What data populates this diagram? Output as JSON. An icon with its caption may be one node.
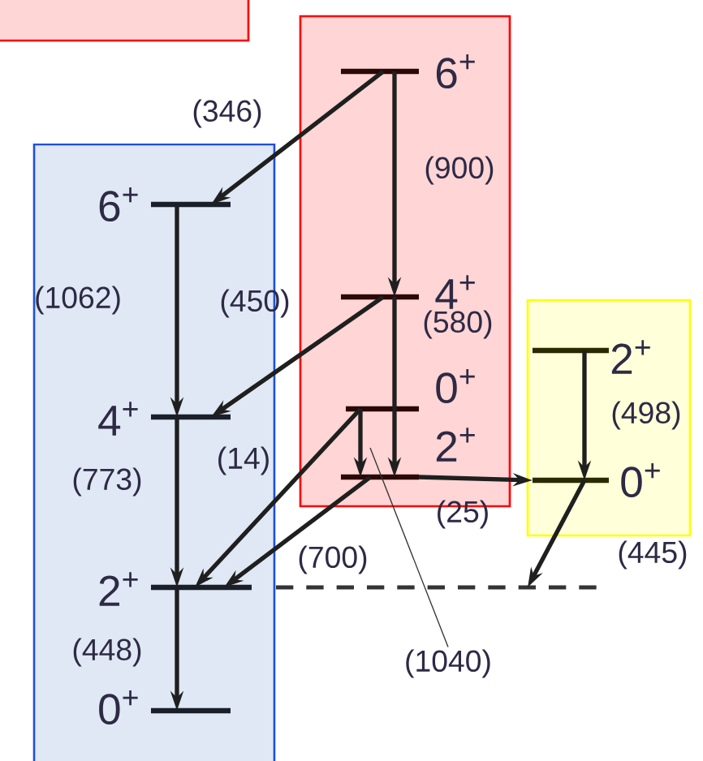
{
  "diagram": {
    "nodes": [
      {
        "text": [],
        "shape": "box"
      },
      {
        "text": [],
        "shape": "box"
      },
      {
        "text": [
          "6$^{+}$"
        ],
        "in": 1
      },
      {
        "text": [
          "4$^{+}$"
        ],
        "in": 1
      },
      {
        "text": [
          "2$^{+}$"
        ],
        "in": 1
      },
      {
        "text": [
          "0$^{+}$"
        ],
        "in": 1
      },
      {
        "text": [],
        "shape": "box"
      },
      {
        "text": [
          "6$^{+}$"
        ],
        "in": 6
      },
      {
        "text": [
          "4$^{+}$"
        ],
        "in": 6
      },
      {
        "text": [
          "0$^{+}$"
        ],
        "in": 6
      },
      {
        "text": [
          "2$^{+}$"
        ],
        "in": 6
      },
      {
        "text": [],
        "shape": "box"
      },
      {
        "text": [
          "2$^{+}$"
        ],
        "in": 11
      },
      {
        "text": [
          "0$^{+}$"
        ],
        "in": 11
      },
      {
        "text": [],
        "shape": "bar"
      },
      {
        "text": [
          "(1040)"
        ]
      }
    ],
    "edges": [
      {
        "from": 7,
        "to": 2,
        "arrow": "to",
        "label": "(346)"
      },
      {
        "from": 7,
        "to": 8,
        "arrow": "to",
        "label": "(900)"
      },
      {
        "from": 2,
        "to": 3,
        "arrow": "to",
        "label": "(1062)"
      },
      {
        "from": 8,
        "to": 3,
        "arrow": "to",
        "label": "(450)"
      },
      {
        "from": 8,
        "to": 10,
        "arrow": "to",
        "label": "(580)"
      },
      {
        "from": 9,
        "to": 10,
        "arrow": "to"
      },
      {
        "from": 9,
        "to": 4,
        "arrow": "to",
        "label": "(14)"
      },
      {
        "from": 3,
        "to": 4,
        "arrow": "to",
        "label": "(773)"
      },
      {
        "from": 10,
        "to": 4,
        "arrow": "to",
        "label": "(700)"
      },
      {
        "from": 10,
        "to": 13,
        "arrow": "to",
        "label": "(25)"
      },
      {
        "from": 12,
        "to": 13,
        "arrow": "to",
        "label": "(498)"
      },
      {
        "from": 13,
        "to": 14,
        "arrow": "to",
        "label": "(445)"
      },
      {
        "from": 4,
        "to": 5,
        "arrow": "to",
        "label": "(448)"
      },
      {
        "from": 15,
        "to": null,
        "arrow": "none"
      }
    ]
  }
}
